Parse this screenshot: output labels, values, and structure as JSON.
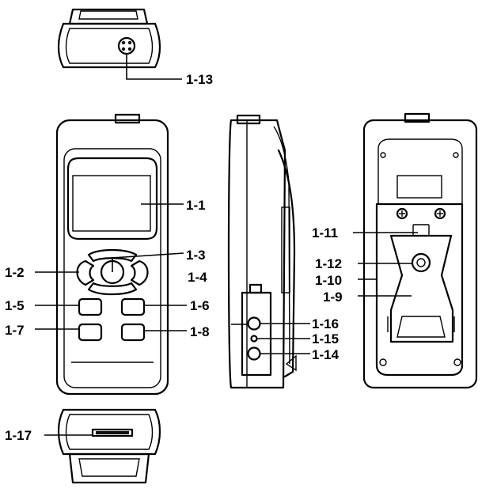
{
  "callouts": {
    "c1_1": "1-1",
    "c1_2": "1-2",
    "c1_3": "1-3",
    "c1_4": "1-4",
    "c1_5": "1-5",
    "c1_6": "1-6",
    "c1_7": "1-7",
    "c1_8": "1-8",
    "c1_9": "1-9",
    "c1_10": "1-10",
    "c1_11": "1-11",
    "c1_12": "1-12",
    "c1_13": "1-13",
    "c1_14": "1-14",
    "c1_15": "1-15",
    "c1_16": "1-16",
    "c1_17": "1-17"
  }
}
